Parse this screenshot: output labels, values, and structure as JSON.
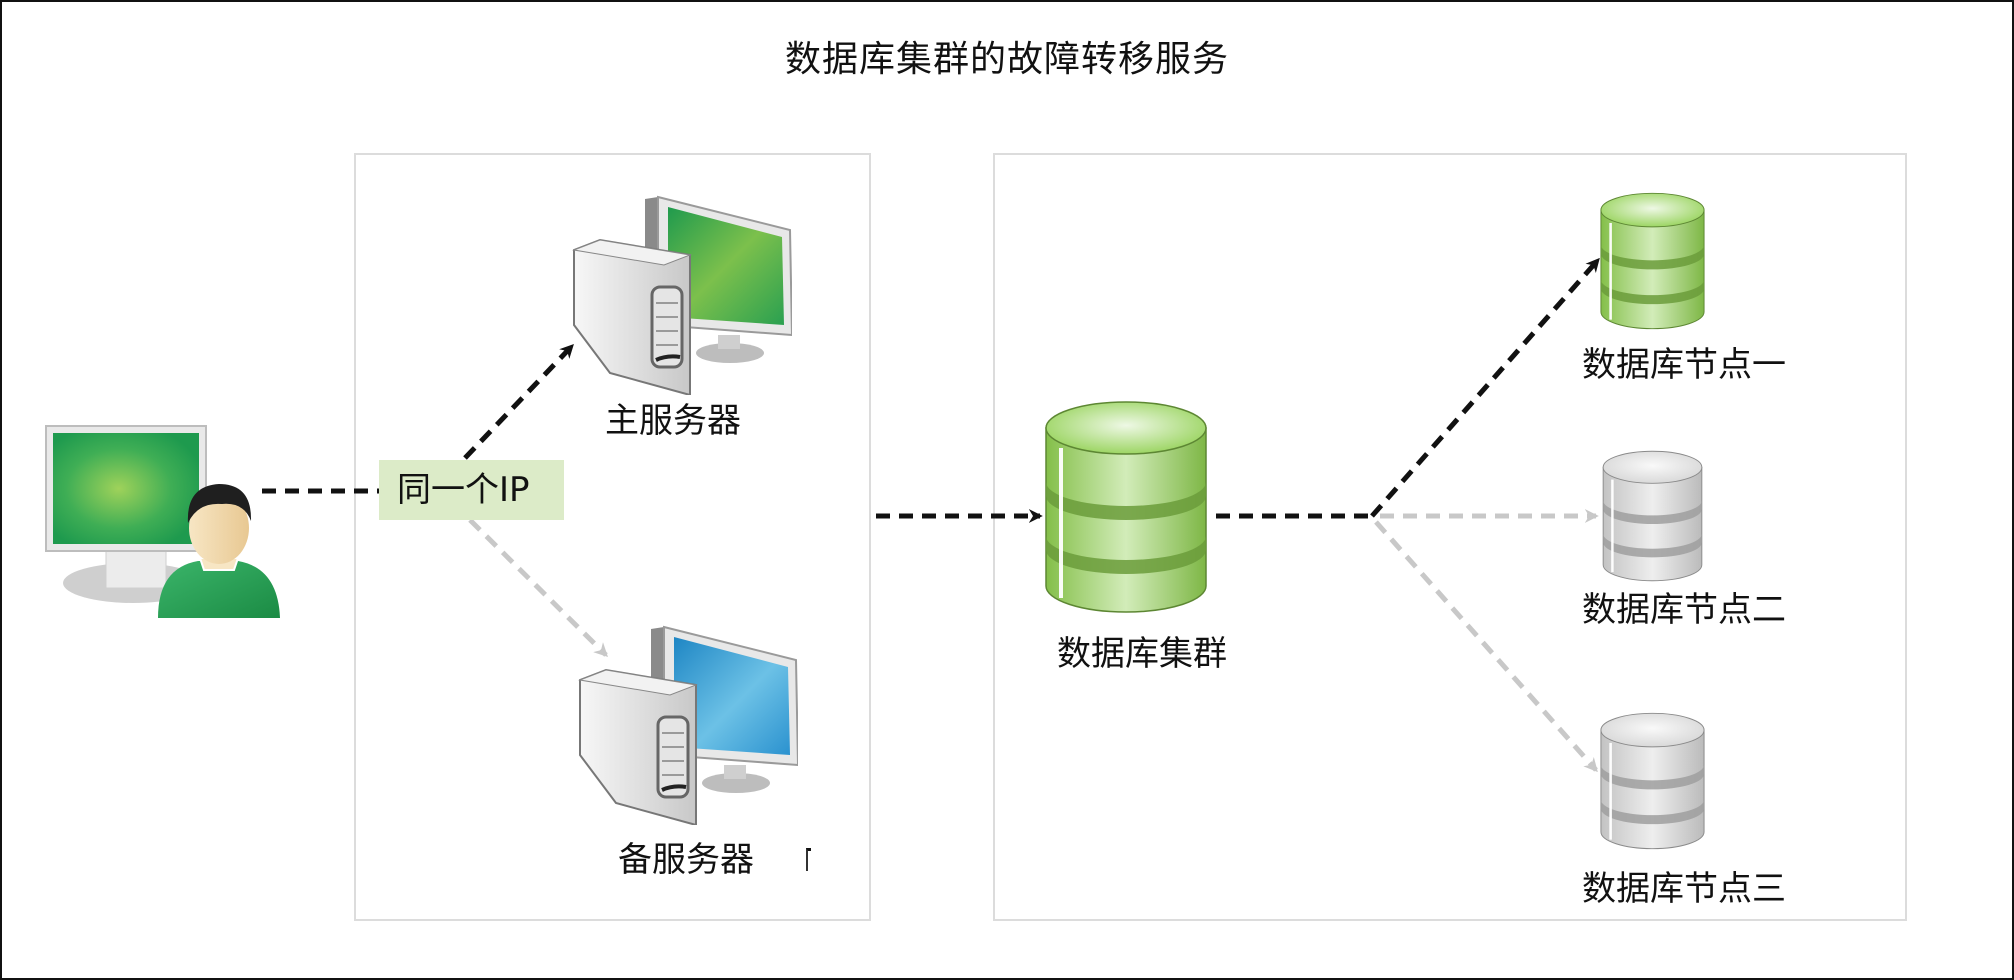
{
  "diagram": {
    "title": "数据库集群的故障转移服务",
    "client": {
      "icon": "user-workstation-icon"
    },
    "ip_label": "同一个IP",
    "servers": [
      {
        "id": "primary",
        "label": "主服务器",
        "icon": "server-computer-icon",
        "screen_color": "#3aa85a",
        "active": true
      },
      {
        "id": "backup",
        "label": "备服务器",
        "icon": "server-computer-icon",
        "screen_color": "#3a9fd6",
        "active": false
      }
    ],
    "cluster": {
      "label": "数据库集群",
      "icon": "database-icon",
      "color": "#8fd04f"
    },
    "nodes": [
      {
        "id": "node1",
        "label": "数据库节点一",
        "icon": "database-icon",
        "active": true,
        "color": "#8fd04f"
      },
      {
        "id": "node2",
        "label": "数据库节点二",
        "icon": "database-icon",
        "active": false,
        "color": "#d4d4d4"
      },
      {
        "id": "node3",
        "label": "数据库节点三",
        "icon": "database-icon",
        "active": false,
        "color": "#d4d4d4"
      }
    ],
    "edges": [
      {
        "from": "client",
        "to": "ip_label",
        "style": "active"
      },
      {
        "from": "ip_label",
        "to": "primary",
        "style": "active"
      },
      {
        "from": "ip_label",
        "to": "backup",
        "style": "inactive"
      },
      {
        "from": "servers",
        "to": "cluster",
        "style": "active"
      },
      {
        "from": "cluster",
        "to": "node1",
        "style": "active"
      },
      {
        "from": "cluster",
        "to": "node2",
        "style": "inactive"
      },
      {
        "from": "cluster",
        "to": "node3",
        "style": "inactive"
      }
    ],
    "colors": {
      "active_line": "#111111",
      "inactive_line": "#c8c8c8",
      "ip_label_bg": "#dcebc8",
      "box_border": "#dcdcdc"
    }
  }
}
